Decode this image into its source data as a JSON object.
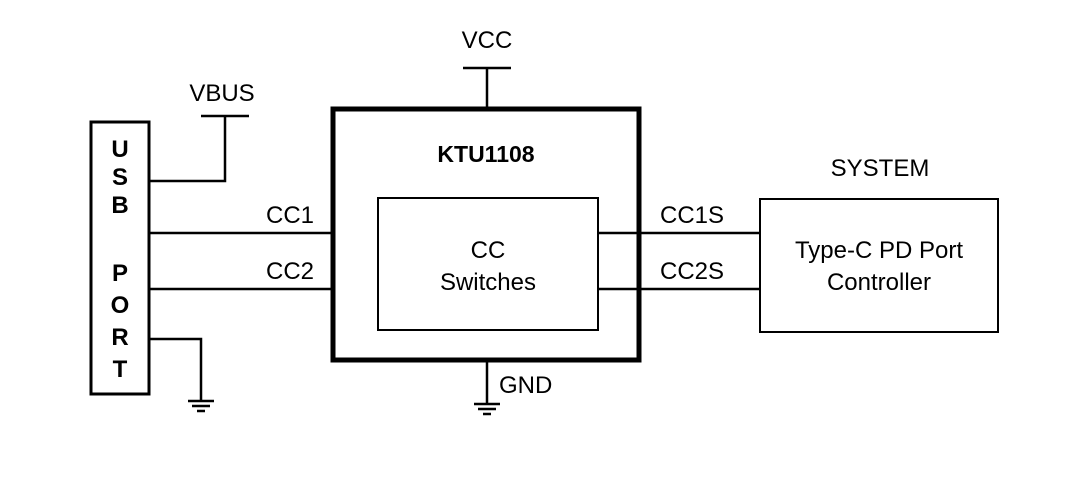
{
  "power": {
    "vcc_label": "VCC",
    "vbus_label": "VBUS",
    "gnd_label": "GND"
  },
  "usb_port": {
    "letters": [
      "U",
      "S",
      "B",
      "P",
      "O",
      "R",
      "T"
    ]
  },
  "chip": {
    "name": "KTU1108",
    "inner_line1": "CC",
    "inner_line2": "Switches"
  },
  "signals": {
    "cc1": "CC1",
    "cc2": "CC2",
    "cc1s": "CC1S",
    "cc2s": "CC2S"
  },
  "system": {
    "title": "SYSTEM",
    "box_line1": "Type-C PD Port",
    "box_line2": "Controller"
  }
}
